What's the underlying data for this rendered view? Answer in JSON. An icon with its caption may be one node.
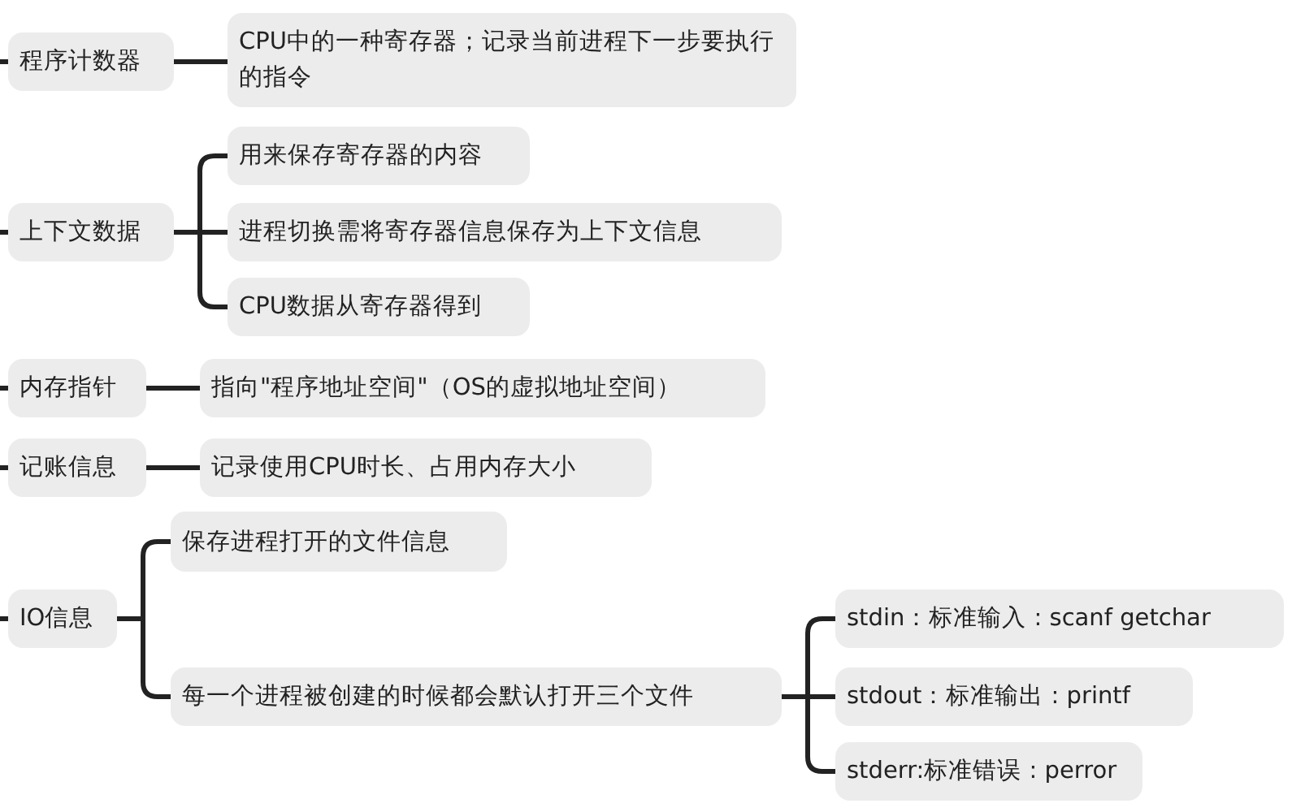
{
  "diagram": {
    "nodes": [
      {
        "text": [
          "程序计数器"
        ]
      },
      {
        "text": [
          "CPU中的一种寄存器；记录当前进程下一步要执行的指令"
        ]
      },
      {
        "text": [
          "上下文数据"
        ]
      },
      {
        "text": [
          "用来保存寄存器的内容"
        ]
      },
      {
        "text": [
          "进程切换需将寄存器信息保存为上下文信息"
        ]
      },
      {
        "text": [
          "CPU数据从寄存器得到"
        ]
      },
      {
        "text": [
          "内存指针"
        ]
      },
      {
        "text": [
          "指向\"程序地址空间\"（OS的虚拟地址空间）"
        ]
      },
      {
        "text": [
          "记账信息"
        ]
      },
      {
        "text": [
          "记录使用CPU时长、占用内存大小"
        ]
      },
      {
        "text": [
          "IO信息"
        ]
      },
      {
        "text": [
          "保存进程打开的文件信息"
        ]
      },
      {
        "text": [
          "每一个进程被创建的时候都会默认打开三个文件"
        ]
      },
      {
        "text": [
          "stdin：标准输入 : scanf getchar"
        ]
      },
      {
        "text": [
          "stdout：标准输出 : printf"
        ]
      },
      {
        "text": [
          "stderr:标准错误 : perror"
        ]
      }
    ],
    "edges": [
      {
        "from": null,
        "to": 0,
        "arrow": "none"
      },
      {
        "from": null,
        "to": 2,
        "arrow": "none"
      },
      {
        "from": null,
        "to": 6,
        "arrow": "none"
      },
      {
        "from": null,
        "to": 8,
        "arrow": "none"
      },
      {
        "from": null,
        "to": 10,
        "arrow": "none"
      },
      {
        "from": 0,
        "to": 1,
        "arrow": "none"
      },
      {
        "from": 2,
        "to": 3,
        "arrow": "none"
      },
      {
        "from": 2,
        "to": 4,
        "arrow": "none"
      },
      {
        "from": 2,
        "to": 5,
        "arrow": "none"
      },
      {
        "from": 6,
        "to": 7,
        "arrow": "none"
      },
      {
        "from": 8,
        "to": 9,
        "arrow": "none"
      },
      {
        "from": 10,
        "to": 11,
        "arrow": "none"
      },
      {
        "from": 10,
        "to": 12,
        "arrow": "none"
      },
      {
        "from": 12,
        "to": 13,
        "arrow": "none"
      },
      {
        "from": 12,
        "to": 14,
        "arrow": "none"
      },
      {
        "from": 12,
        "to": 15,
        "arrow": "none"
      }
    ]
  }
}
